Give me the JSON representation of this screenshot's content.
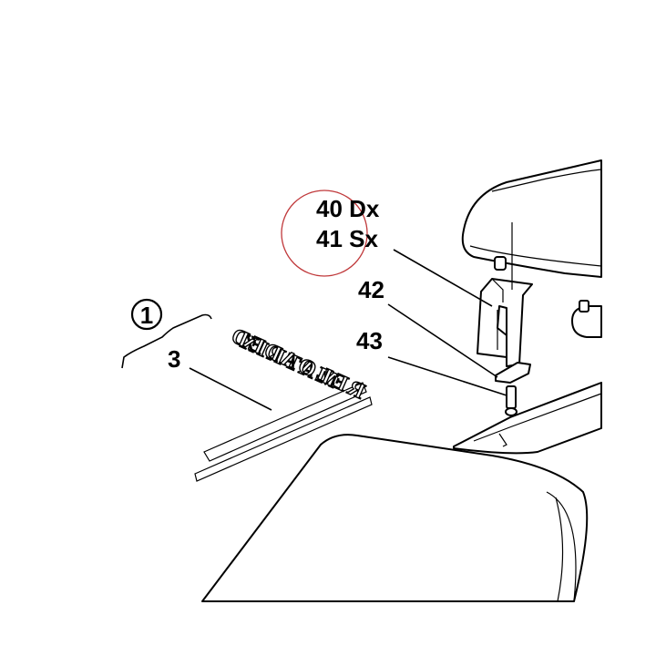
{
  "callouts": {
    "part_40": "40 Dx",
    "part_41": "41 Sx",
    "part_42": "42",
    "part_43": "43",
    "part_3": "3",
    "group_1": "1"
  },
  "emblem": {
    "line1": "MATRIX",
    "line2": "RELOADED"
  },
  "colors": {
    "highlight_circle": "#c0393b",
    "ink": "#000000",
    "paper": "#ffffff"
  }
}
